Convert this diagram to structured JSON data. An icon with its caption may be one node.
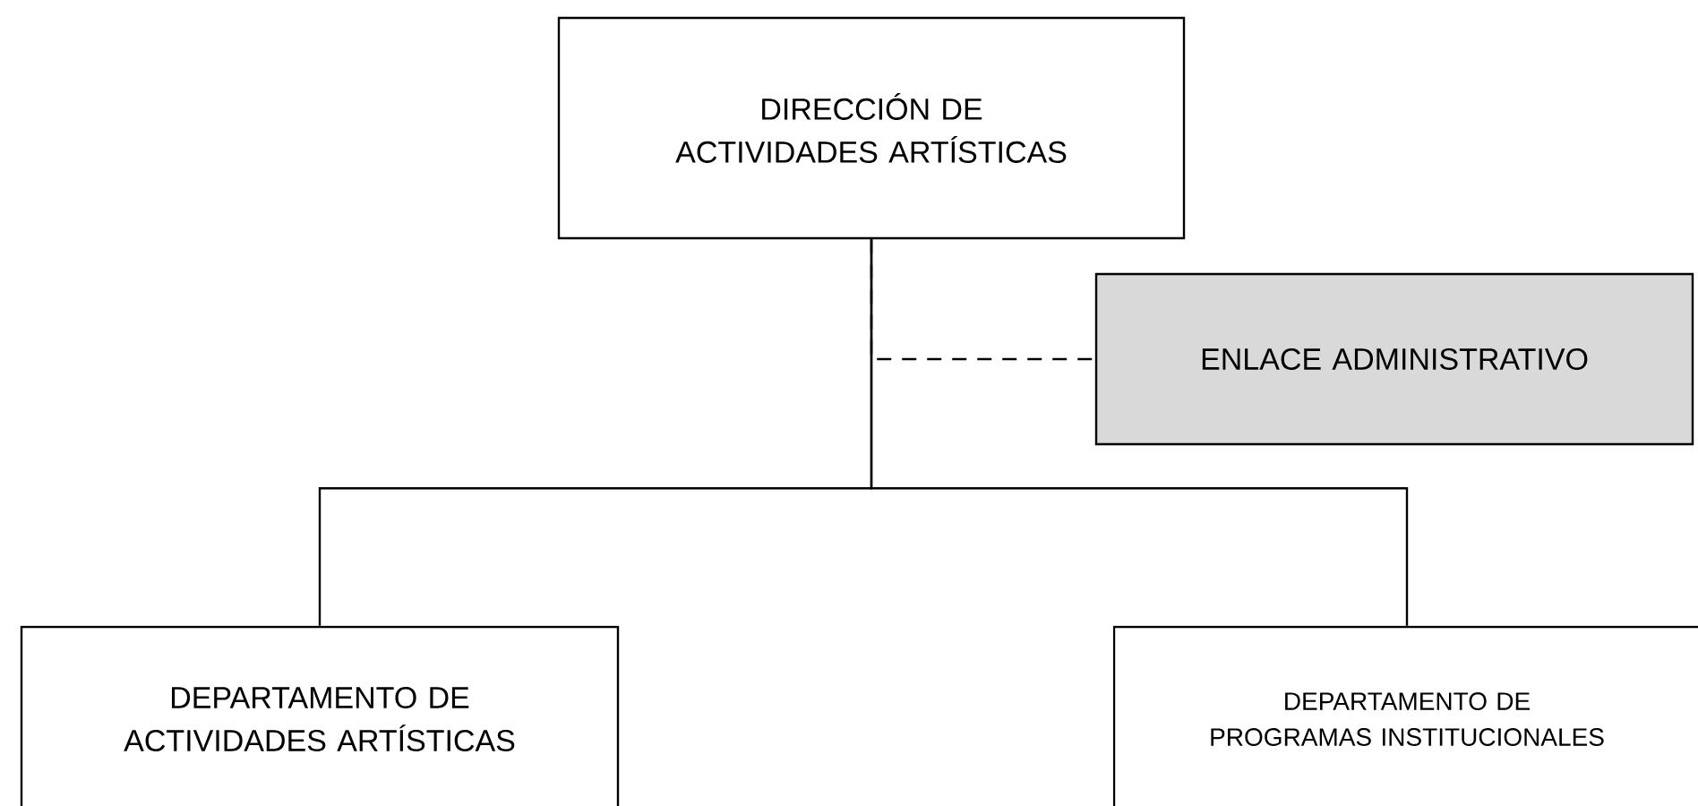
{
  "diagram": {
    "nodes": [
      {
        "text": [
          "DIRECCIÓN DE ACTIVIDADES ARTÍSTICAS"
        ]
      },
      {
        "text": [
          "ENLACE ADMINISTRATIVO"
        ]
      },
      {
        "text": [
          "DEPARTAMENTO DE ACTIVIDADES ARTÍSTICAS"
        ]
      },
      {
        "text": [
          "DEPARTAMENTO DE PROGRAMAS INSTITUCIONALES"
        ]
      }
    ],
    "edges": [
      {
        "from": 0,
        "to": 1,
        "arrow": "none",
        "style": "dashed"
      },
      {
        "from": 0,
        "to": 2,
        "arrow": "none"
      },
      {
        "from": 0,
        "to": 3,
        "arrow": "none"
      }
    ]
  }
}
